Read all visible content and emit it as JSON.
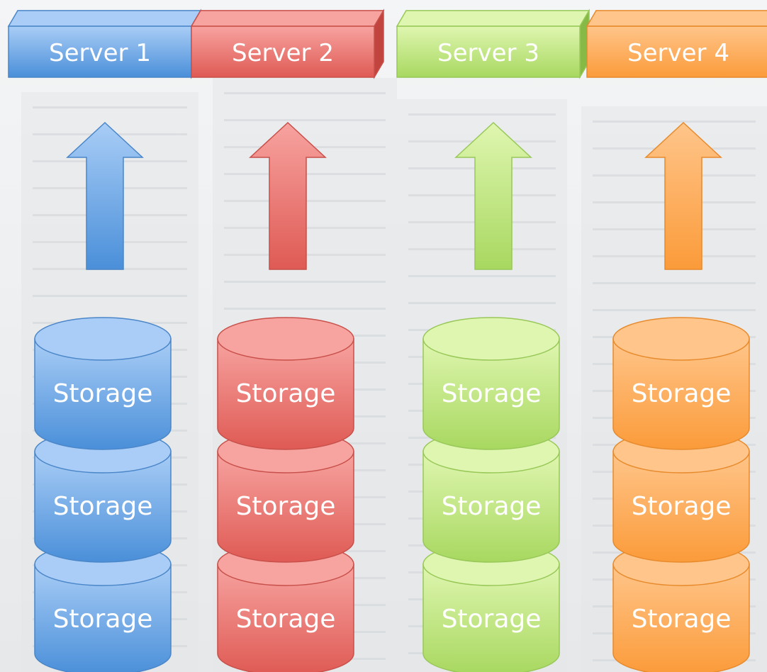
{
  "colors": {
    "background": "#eceeef",
    "blue": {
      "top": "#a9cdf6",
      "bottom": "#4a8fd9",
      "stroke": "#4a86c8",
      "side": "#3f78bd"
    },
    "red": {
      "top": "#f7a3a0",
      "bottom": "#df5a54",
      "stroke": "#c8504a",
      "side": "#c2443f"
    },
    "green": {
      "top": "#dff6b0",
      "bottom": "#a8d860",
      "stroke": "#98c858",
      "side": "#86b946"
    },
    "orange": {
      "top": "#ffc58a",
      "bottom": "#fb9b3a",
      "stroke": "#e78a2c",
      "side": "#e07c1c"
    }
  },
  "columns": [
    {
      "server": {
        "label": "Server 1",
        "icon": "server-box-icon"
      },
      "arrow": {
        "icon": "arrow-up-icon"
      },
      "storage": [
        {
          "label": "Storage"
        },
        {
          "label": "Storage"
        },
        {
          "label": "Storage"
        }
      ],
      "color": "blue"
    },
    {
      "server": {
        "label": "Server 2",
        "icon": "server-box-icon"
      },
      "arrow": {
        "icon": "arrow-up-icon"
      },
      "storage": [
        {
          "label": "Storage"
        },
        {
          "label": "Storage"
        },
        {
          "label": "Storage"
        }
      ],
      "color": "red"
    },
    {
      "server": {
        "label": "Server 3",
        "icon": "server-box-icon"
      },
      "arrow": {
        "icon": "arrow-up-icon"
      },
      "storage": [
        {
          "label": "Storage"
        },
        {
          "label": "Storage"
        },
        {
          "label": "Storage"
        }
      ],
      "color": "green"
    },
    {
      "server": {
        "label": "Server 4",
        "icon": "server-box-icon"
      },
      "arrow": {
        "icon": "arrow-up-icon"
      },
      "storage": [
        {
          "label": "Storage"
        },
        {
          "label": "Storage"
        },
        {
          "label": "Storage"
        }
      ],
      "color": "orange"
    }
  ]
}
